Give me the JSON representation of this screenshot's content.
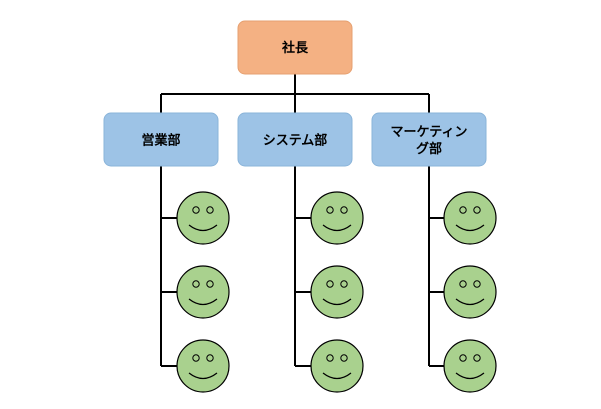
{
  "chart": {
    "ceo": {
      "label": "社長",
      "color": "#f4b183"
    },
    "department_color": "#9dc3e6",
    "departments": [
      {
        "label": "営業部",
        "members": 3
      },
      {
        "label": "システム部",
        "members": 3
      },
      {
        "label": "マーケティング部",
        "label_lines": [
          "マーケティン",
          "グ部"
        ],
        "members": 3
      }
    ],
    "member_icon": {
      "name": "smiley-face-icon",
      "color": "#a9d18e"
    }
  }
}
